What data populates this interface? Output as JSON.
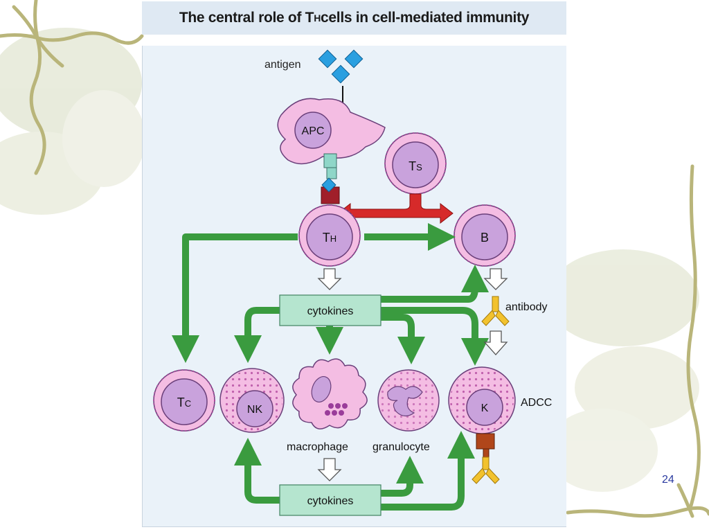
{
  "slide": {
    "title_prefix": "The central role of T",
    "title_sub": "H",
    "title_suffix": " cells in cell-mediated immunity",
    "page_number": "24"
  },
  "diagram": {
    "labels": {
      "antigen": "antigen",
      "apc": "APC",
      "ts_main": "T",
      "ts_sub": "S",
      "th_main": "T",
      "th_sub": "H",
      "b": "B",
      "cytokines_top": "cytokines",
      "cytokines_bottom": "cytokines",
      "antibody": "antibody",
      "tc_main": "T",
      "tc_sub": "C",
      "nk": "NK",
      "k": "K",
      "adcc": "ADCC",
      "macrophage": "macrophage",
      "granulocyte": "granulocyte"
    },
    "colors": {
      "cell_outer": "#f4bde3",
      "cell_nucleus": "#c9a2dc",
      "cell_stroke": "#6a3f7a",
      "green_arrow": "#3a9b3f",
      "red_arrow": "#d62a2a",
      "cytokine_box": "#b5e5cf",
      "antigen": "#2a9fe0",
      "antibody": "#f2c22e",
      "receptor": "#a01f2a",
      "tcr": "#8fd6c8",
      "k_receptor": "#b0461a"
    }
  }
}
